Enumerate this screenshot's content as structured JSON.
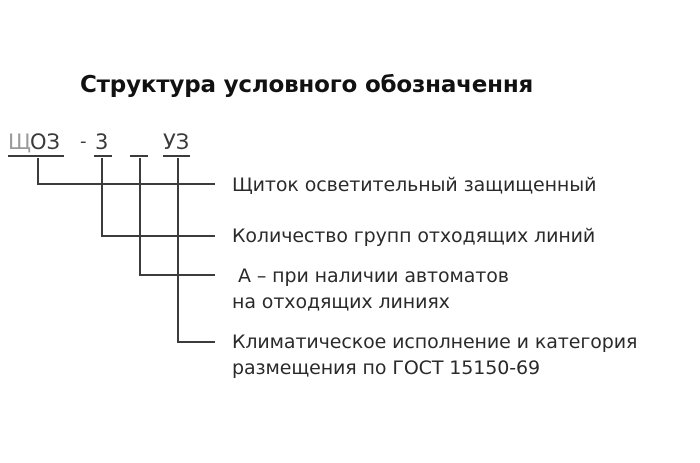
{
  "title": "Структура условного обозначення",
  "code": {
    "prefix_faded": "Щ",
    "prefix": "ОЗ",
    "separator": "-",
    "number": "3",
    "blank": "",
    "suffix": "УЗ"
  },
  "legend": [
    {
      "lines": [
        "Щиток осветительный защищенный"
      ]
    },
    {
      "lines": [
        "Количество групп отходящих линий"
      ]
    },
    {
      "lines": [
        "А – при наличии автоматов",
        "на отходящих линиях"
      ]
    },
    {
      "lines": [
        "Климатическое исполнение и категория",
        "размещения по ГОСТ 15150-69"
      ]
    }
  ],
  "colors": {
    "line": "#3c3c3c",
    "text": "#2a2a2a",
    "title": "#111111"
  }
}
